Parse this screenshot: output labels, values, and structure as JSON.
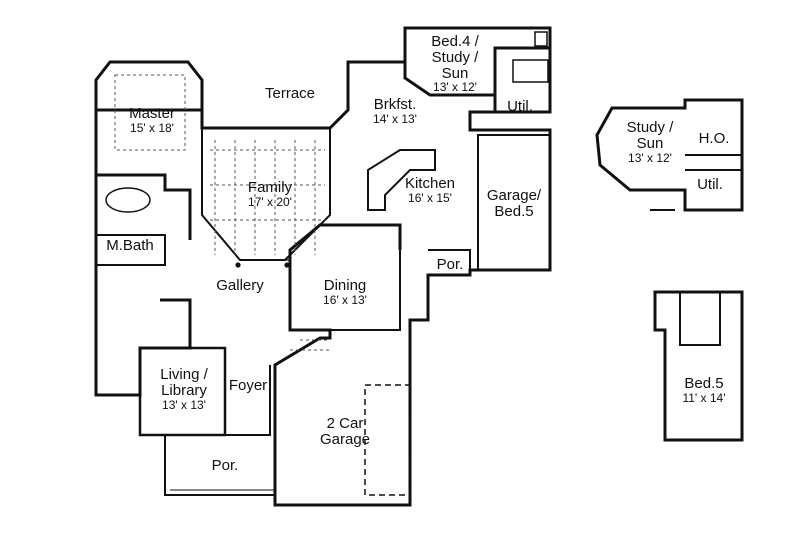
{
  "rooms": {
    "master": {
      "name": "Master",
      "dims": "15' x 18'"
    },
    "terrace": {
      "name": "Terrace"
    },
    "brkfst": {
      "name": "Brkfst.",
      "dims": "14' x 13'"
    },
    "bed4": {
      "name1": "Bed.4 /",
      "name2": "Study /",
      "name3": "Sun",
      "dims": "13' x 12'"
    },
    "util_main": {
      "name": "Util."
    },
    "family": {
      "name": "Family",
      "dims": "17' x 20'"
    },
    "kitchen": {
      "name": "Kitchen",
      "dims": "16' x 15'"
    },
    "garage_bed5": {
      "name1": "Garage/",
      "name2": "Bed.5"
    },
    "mbath": {
      "name": "M.Bath"
    },
    "gallery": {
      "name": "Gallery"
    },
    "dining": {
      "name": "Dining",
      "dims": "16' x 13'"
    },
    "por_side": {
      "name": "Por."
    },
    "living": {
      "name1": "Living /",
      "name2": "Library",
      "dims": "13' x 13'"
    },
    "foyer": {
      "name": "Foyer"
    },
    "garage2": {
      "name1": "2 Car",
      "name2": "Garage"
    },
    "por_front": {
      "name": "Por."
    },
    "alt_study": {
      "name1": "Study /",
      "name2": "Sun",
      "dims": "13' x 12'"
    },
    "alt_ho": {
      "name": "H.O."
    },
    "alt_util": {
      "name": "Util."
    },
    "alt_bed5": {
      "name": "Bed.5",
      "dims": "11' x 14'"
    }
  }
}
